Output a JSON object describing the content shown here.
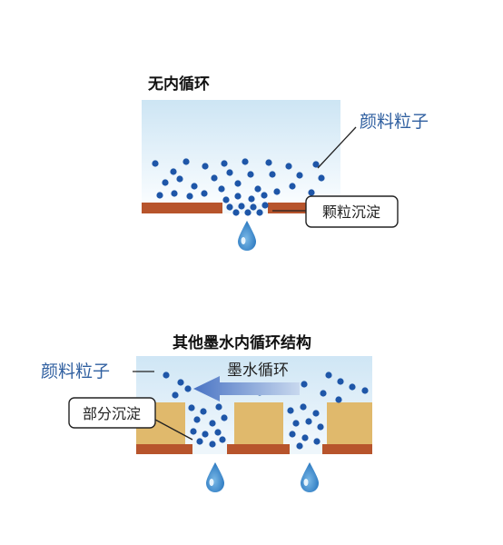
{
  "top_panel": {
    "title": "无内循环",
    "pigment_label": "颜料粒子",
    "settling_label": "颗粒沉淀"
  },
  "bottom_panel": {
    "title": "其他墨水内循环结构",
    "pigment_label": "颜料粒子",
    "circulation_label": "墨水循环",
    "partial_settling_label": "部分沉淀"
  },
  "colors": {
    "particle": "#1e56a8",
    "channel_wall": "#e0b96c",
    "nozzle_plate": "#b7542c",
    "ink_top": "#cfe6f5",
    "ink_bottom": "#fbfdff",
    "droplet": "#3f8fd1",
    "arrow": "#4a74c4"
  },
  "icons": {
    "droplet": "droplet-icon",
    "flow_arrow": "arrow-left-icon"
  }
}
